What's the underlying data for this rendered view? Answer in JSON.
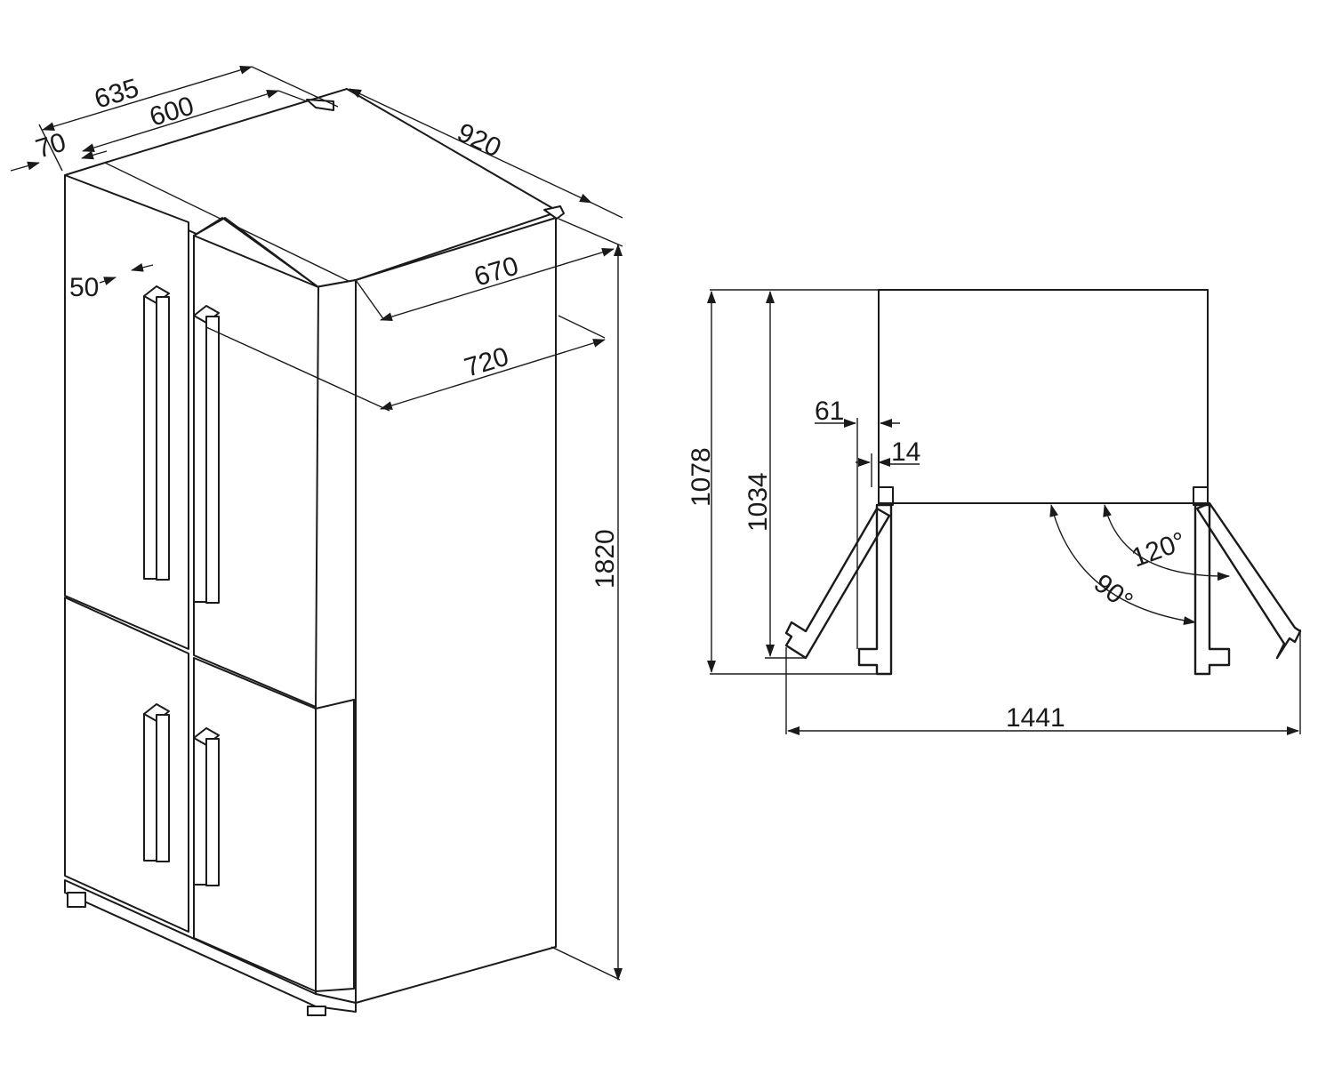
{
  "iso_view": {
    "depth_total": "635",
    "depth_body": "600",
    "handle_depth": "70",
    "width": "920",
    "handle_projection": "50",
    "depth_doors_open_a": "670",
    "depth_doors_open_b": "720",
    "height": "1820"
  },
  "plan_view": {
    "depth_total": "1078",
    "depth_body": "1034",
    "hinge_offset": "61",
    "door_gap": "14",
    "angle_open": "120°",
    "angle_90": "90°",
    "width_doors_open": "1441"
  },
  "colors": {
    "line": "#1a1a1a",
    "background": "#ffffff"
  }
}
